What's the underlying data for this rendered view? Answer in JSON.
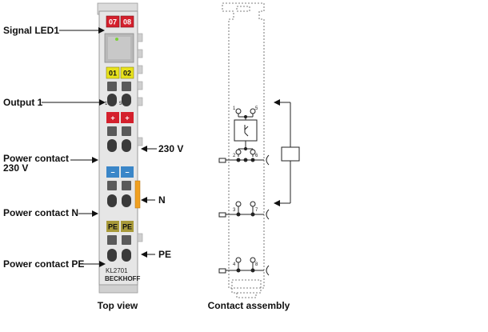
{
  "labels": {
    "signal_led": "Signal LED1",
    "output_1": "Output 1",
    "power_contact_230_line1": "Power contact",
    "power_contact_230_line2": "230 V",
    "power_contact_n": "Power contact N",
    "power_contact_pe": "Power contact PE",
    "right_230v": "230 V",
    "right_n": "N",
    "right_pe": "PE"
  },
  "captions": {
    "top_view": "Top view",
    "contact_assembly": "Contact assembly"
  },
  "terminal": {
    "led_labels": [
      "07",
      "08",
      "01",
      "02"
    ],
    "plus_label": "+",
    "minus_label": "−",
    "pe_label": "PE",
    "model": "KL2701",
    "brand": "BECKHOFF"
  },
  "contacts": {
    "numbers": [
      "1",
      "5",
      "2",
      "6",
      "3",
      "7",
      "4",
      "8"
    ]
  },
  "colors": {
    "led_red": "#d4202c",
    "led_yellow": "#e8e21c",
    "plus_red": "#d4202c",
    "minus_blue": "#3a86c8",
    "pe_olive": "#a89a3a",
    "n_orange": "#f0a020",
    "housing": "#e6e6e6"
  }
}
